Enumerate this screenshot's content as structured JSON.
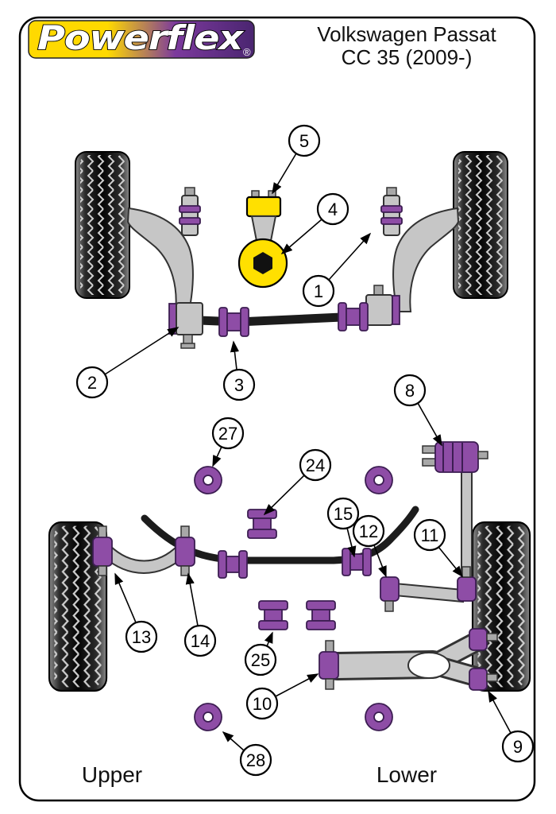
{
  "header": {
    "logo": {
      "brand": "Powerflex",
      "registered": "®"
    },
    "title_line1": "Volkswagen Passat",
    "title_line2": "CC 35 (2009-)"
  },
  "callouts": {
    "c1": "1",
    "c2": "2",
    "c3": "3",
    "c4": "4",
    "c5": "5",
    "c8": "8",
    "c9": "9",
    "c10": "10",
    "c11": "11",
    "c12": "12",
    "c13": "13",
    "c14": "14",
    "c15": "15",
    "c24": "24",
    "c25": "25",
    "c27": "27",
    "c28": "28"
  },
  "section_labels": {
    "upper": "Upper",
    "lower": "Lower"
  },
  "colors": {
    "bushing_purple": "#8e4da6",
    "highlight_yellow": "#ffe000",
    "logo_yellow": "#ffd900",
    "logo_purple": "#5a2d82"
  }
}
